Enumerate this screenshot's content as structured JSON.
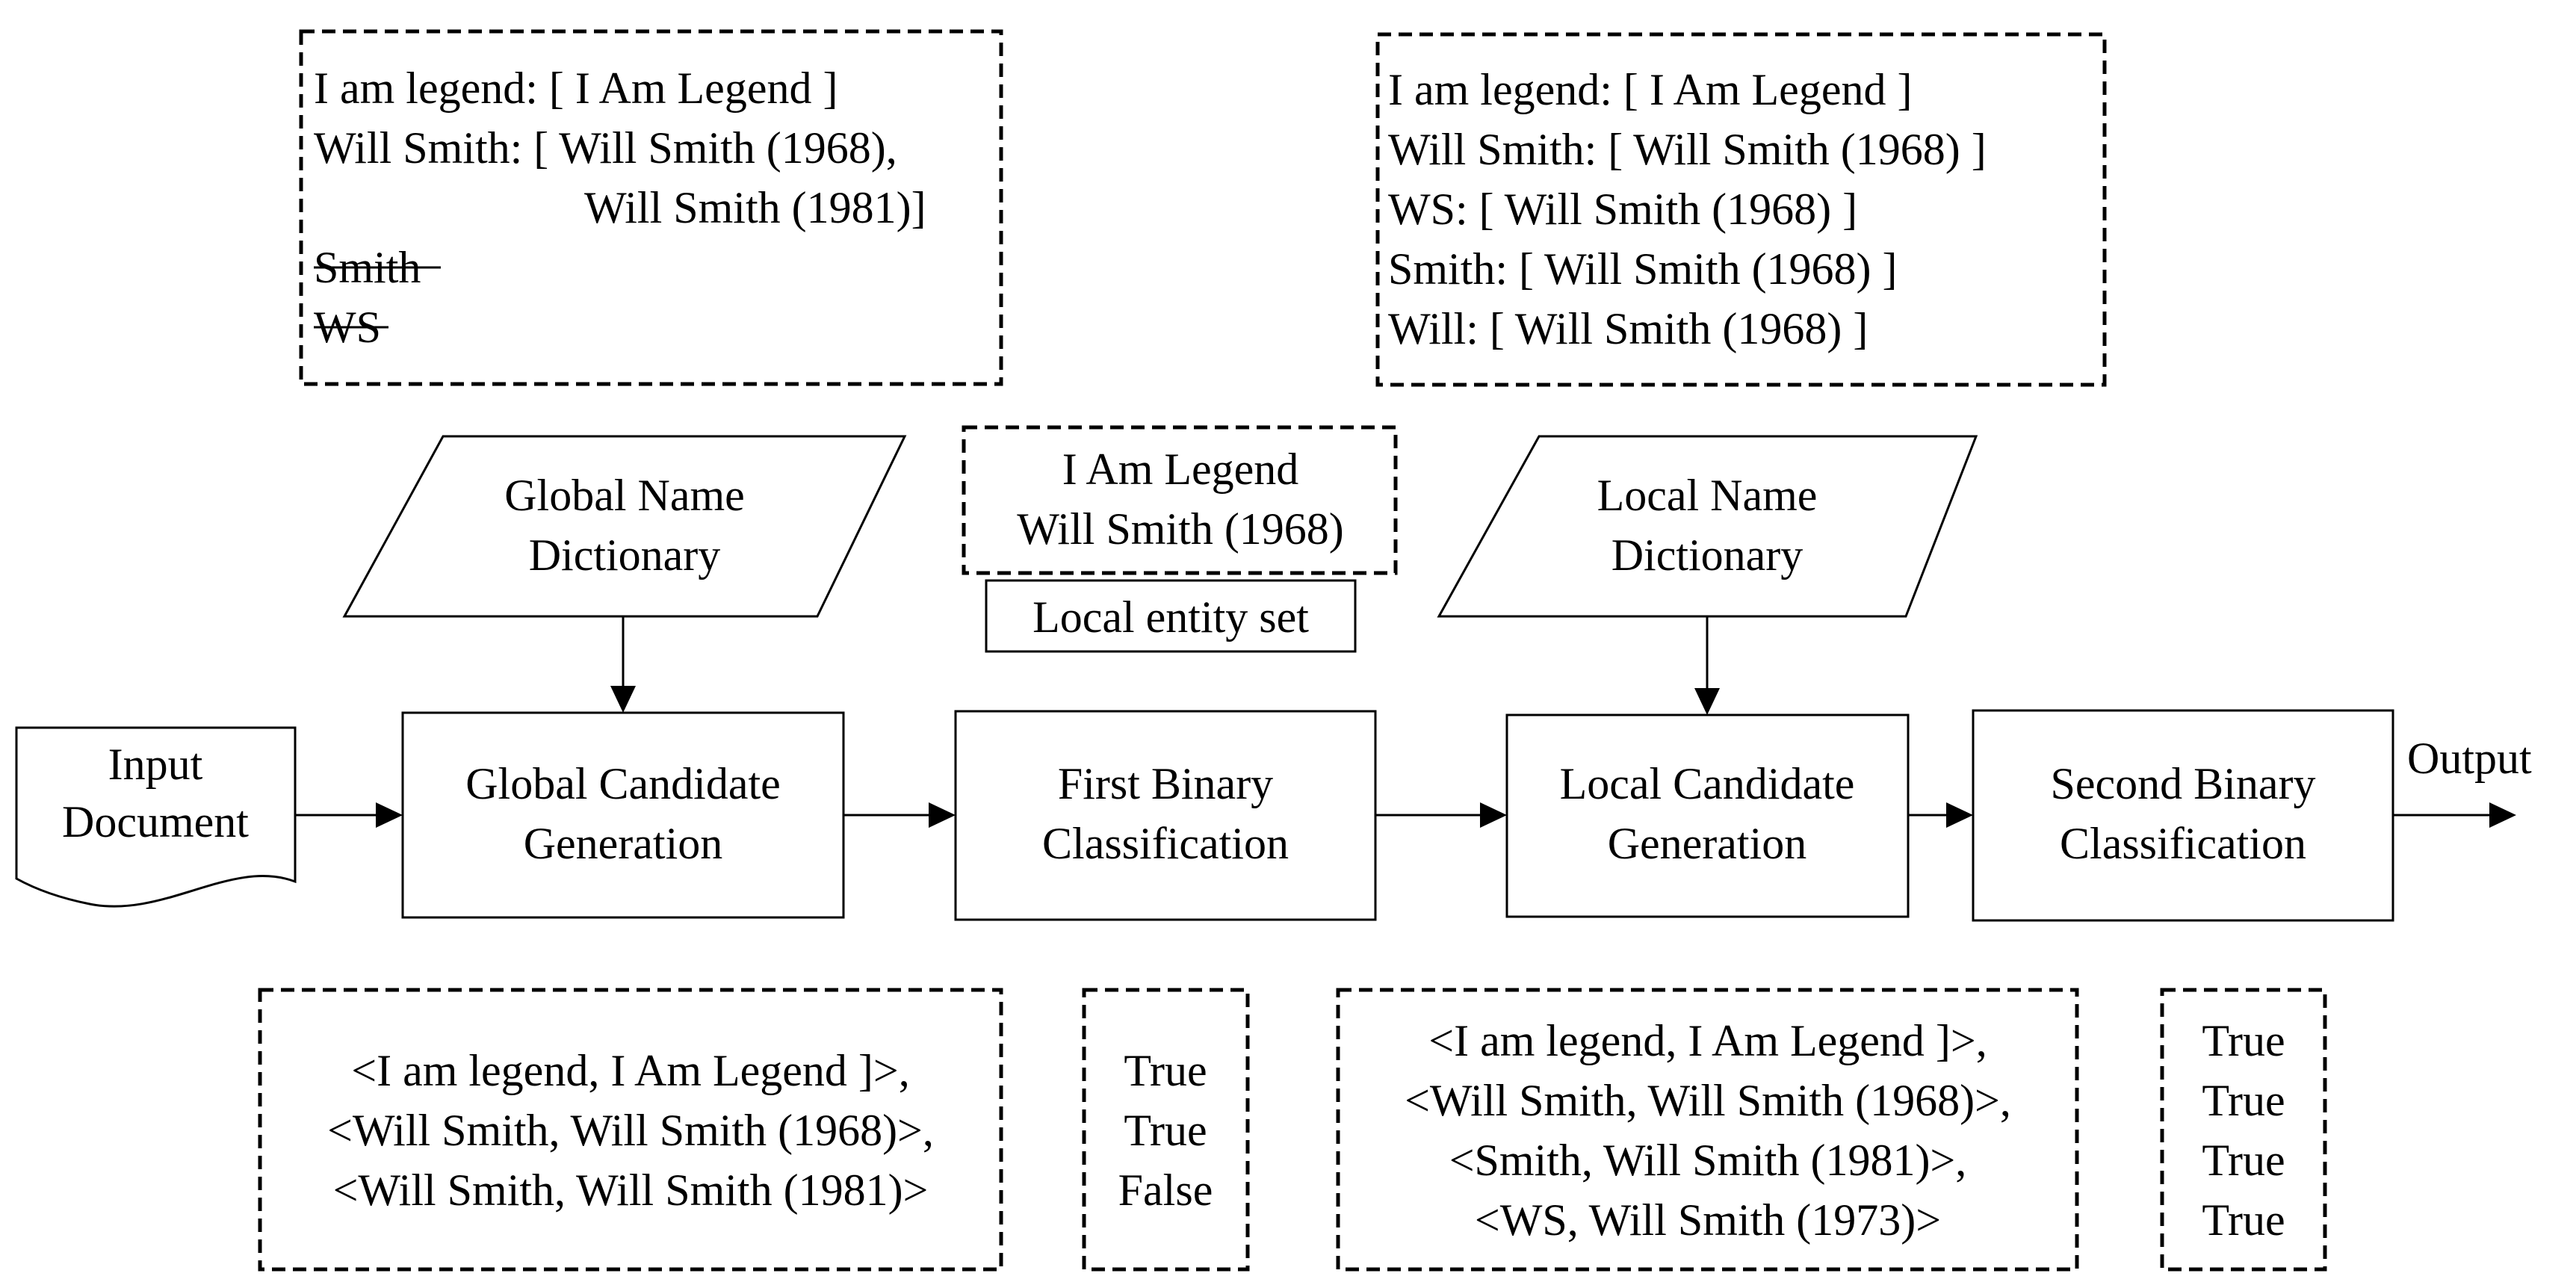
{
  "top_left_box": {
    "lines": [
      "I am legend: [ I Am Legend ]",
      "Will Smith: [ Will Smith (1968),",
      "Will Smith (1981)]",
      "Smith",
      "WS"
    ]
  },
  "top_right_box": {
    "lines": [
      "I am legend: [ I Am Legend ]",
      "Will Smith: [ Will Smith (1968) ]",
      "WS: [ Will Smith (1968) ]",
      "Smith: [ Will Smith (1968) ]",
      "Will: [ Will Smith (1968) ]"
    ]
  },
  "global_dictionary": {
    "lines": [
      "Global Name",
      "Dictionary"
    ]
  },
  "local_dictionary": {
    "lines": [
      "Local Name",
      "Dictionary"
    ]
  },
  "entity_set_box": {
    "lines": [
      "I Am Legend",
      "Will Smith (1968)"
    ]
  },
  "entity_set_label": "Local entity set",
  "input_document": {
    "lines": [
      "Input",
      "Document"
    ]
  },
  "process": {
    "global_candidate": [
      "Global Candidate",
      "Generation"
    ],
    "first_binary": [
      "First Binary",
      "Classification"
    ],
    "local_candidate": [
      "Local Candidate",
      "Generation"
    ],
    "second_binary": [
      "Second Binary",
      "Classification"
    ]
  },
  "output_label": "Output",
  "bottom": {
    "global_candidates": [
      "<I am legend, I Am Legend ]>,",
      "<Will Smith, Will Smith (1968)>,",
      "<Will Smith, Will Smith (1981)>"
    ],
    "first_results": [
      "True",
      "True",
      "False"
    ],
    "local_candidates": [
      "<I am legend, I Am Legend ]>,",
      "<Will Smith, Will Smith (1968)>,",
      "<Smith, Will Smith (1981)>,",
      "<WS, Will Smith (1973)>"
    ],
    "second_results": [
      "True",
      "True",
      "True",
      "True"
    ]
  }
}
